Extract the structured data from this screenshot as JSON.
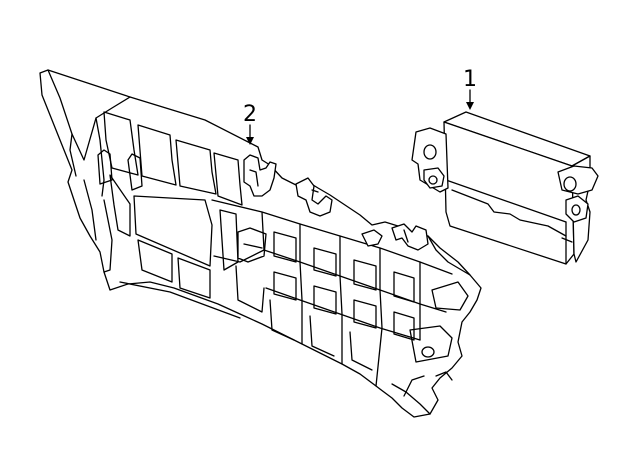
{
  "diagram": {
    "callouts": [
      {
        "id": "callout-1",
        "text": "1"
      },
      {
        "id": "callout-2",
        "text": "2"
      }
    ],
    "parts": [
      {
        "callout": "1",
        "icon": "control-module"
      },
      {
        "callout": "2",
        "icon": "mounting-bracket"
      }
    ],
    "colors": {
      "line": "#000000",
      "background": "#ffffff"
    }
  }
}
